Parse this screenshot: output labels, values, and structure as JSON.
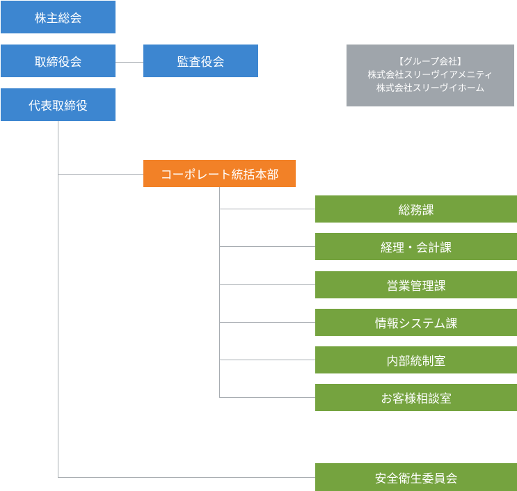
{
  "org": {
    "shareholders": "株主総会",
    "board": "取締役会",
    "auditors": "監査役会",
    "president": "代表取締役",
    "corporate_hq": "コーポレート統括本部",
    "departments": [
      "総務課",
      "経理・会計課",
      "営業管理課",
      "情報システム課",
      "内部統制室",
      "お客様相談室"
    ],
    "safety_committee": "安全衛生委員会"
  },
  "group": {
    "heading": "【グループ会社】",
    "companies": [
      "株式会社スリーヴイアメニティ",
      "株式会社スリーヴイホーム"
    ]
  },
  "colors": {
    "executive": "#3d86d0",
    "headquarters": "#f28127",
    "department": "#75a33f",
    "group": "#9fa5ab",
    "connector": "#a7acb1"
  }
}
